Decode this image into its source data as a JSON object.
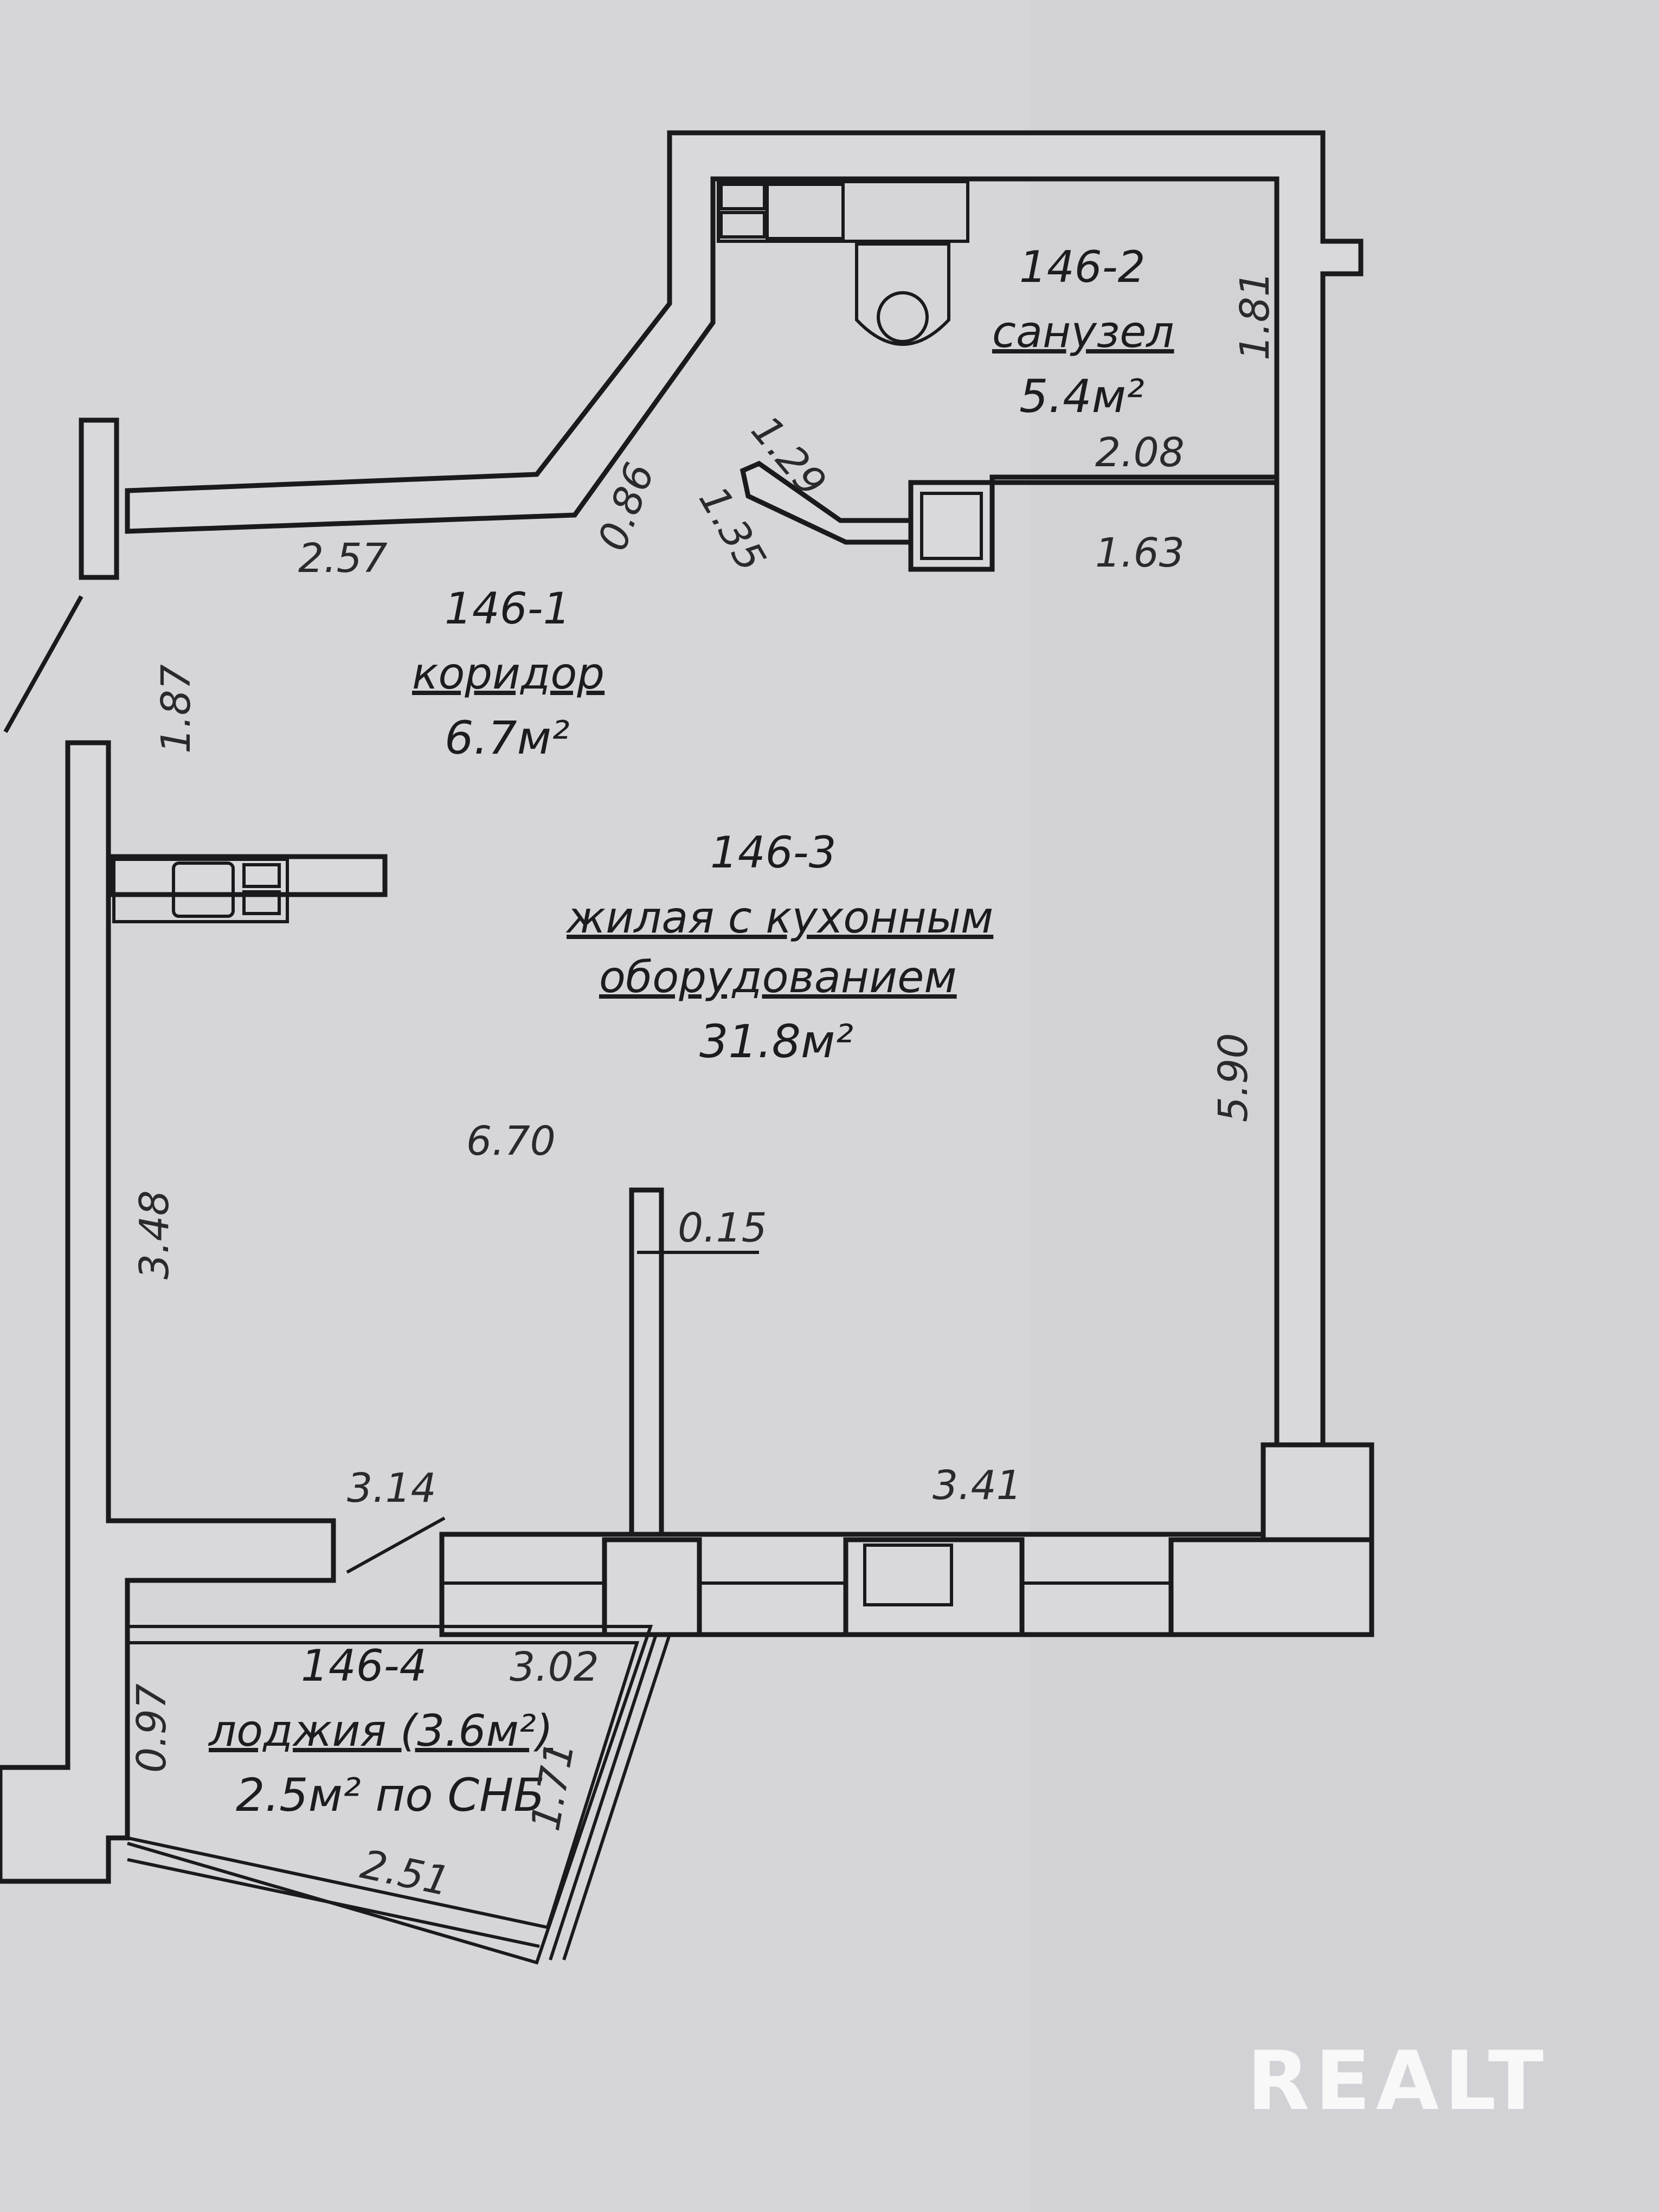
{
  "rooms": {
    "corridor": {
      "id": "146-1",
      "name": "коридор",
      "area": "6.7м²"
    },
    "bathroom": {
      "id": "146-2",
      "name": "санузел",
      "area": "5.4м²"
    },
    "living": {
      "id": "146-3",
      "name_line1": "жилая с кухонным",
      "name_line2": "оборудованием",
      "area": "31.8м²"
    },
    "loggia": {
      "id": "146-4",
      "name": "лоджия (3.6м²)",
      "area": "2.5м² по СНБ"
    }
  },
  "dimensions": {
    "d_2_57": "2.57",
    "d_0_86": "0.86",
    "d_1_29": "1.29",
    "d_1_35": "1.35",
    "d_2_08": "2.08",
    "d_1_81": "1.81",
    "d_1_63": "1.63",
    "d_1_87": "1.87",
    "d_6_70": "6.70",
    "d_0_15": "0.15",
    "d_5_90": "5.90",
    "d_3_48": "3.48",
    "d_3_14": "3.14",
    "d_3_41": "3.41",
    "d_3_02": "3.02",
    "d_0_97": "0.97",
    "d_1_71": "1.71",
    "d_2_51": "2.51"
  },
  "watermark": "REALT"
}
